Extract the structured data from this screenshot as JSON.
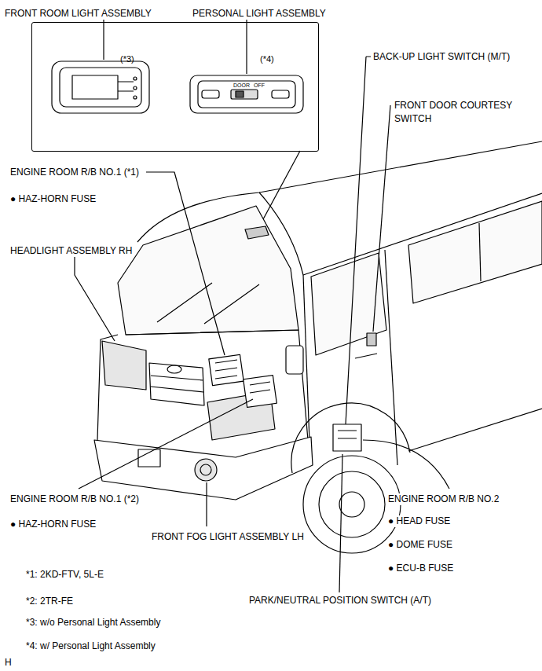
{
  "diagram": {
    "nodes": [
      {
        "text": [
          "(*3)",
          "(*4)",
          "DOOR",
          "OFF"
        ]
      }
    ],
    "labels": [
      "FRONT ROOM LIGHT ASSEMBLY",
      "PERSONAL LIGHT ASSEMBLY",
      "BACK-UP LIGHT SWITCH (M/T)",
      "FRONT DOOR COURTESY SWITCH",
      "ENGINE ROOM R/B NO.1 (*1)",
      "● HAZ-HORN FUSE",
      "HEADLIGHT ASSEMBLY RH",
      "ENGINE ROOM R/B NO.1 (*2)",
      "● HAZ-HORN FUSE",
      "FRONT FOG LIGHT ASSEMBLY LH",
      "ENGINE ROOM R/B NO.2",
      "● HEAD FUSE",
      "● DOME FUSE",
      "● ECU-B FUSE",
      "*1: 2KD-FTV, 5L-E",
      "*2: 2TR-FE",
      "*3: w/o Personal Light Assembly",
      "*4: w/ Personal Light Assembly",
      "PARK/NEUTRAL POSITION SWITCH (A/T)",
      "H"
    ]
  }
}
